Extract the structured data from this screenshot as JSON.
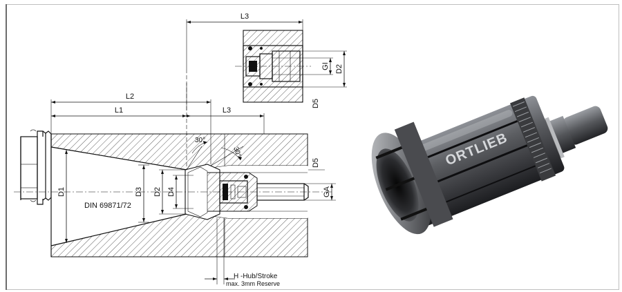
{
  "drawing": {
    "labels": {
      "l1": "L1",
      "l2": "L2",
      "l3_top": "L3",
      "l3_mid": "L3",
      "d1": "D1",
      "d2": "D2",
      "d3": "D3",
      "d4": "D4",
      "d5_top": "D5",
      "d5_mid": "D5",
      "gi": "GI",
      "d2_inset": "D2",
      "ga": "GA",
      "angle1": "30°",
      "angle2": "30°",
      "standard": "DIN 69871/72",
      "stroke_line1": "H -Hub/Stroke",
      "stroke_line2": "max. 3mm Reserve"
    }
  },
  "photo": {
    "brand": "ORTLIEB",
    "body_color": "#5c5e62",
    "highlight_color": "#c9cbce",
    "shadow_color": "#1c1d20"
  }
}
